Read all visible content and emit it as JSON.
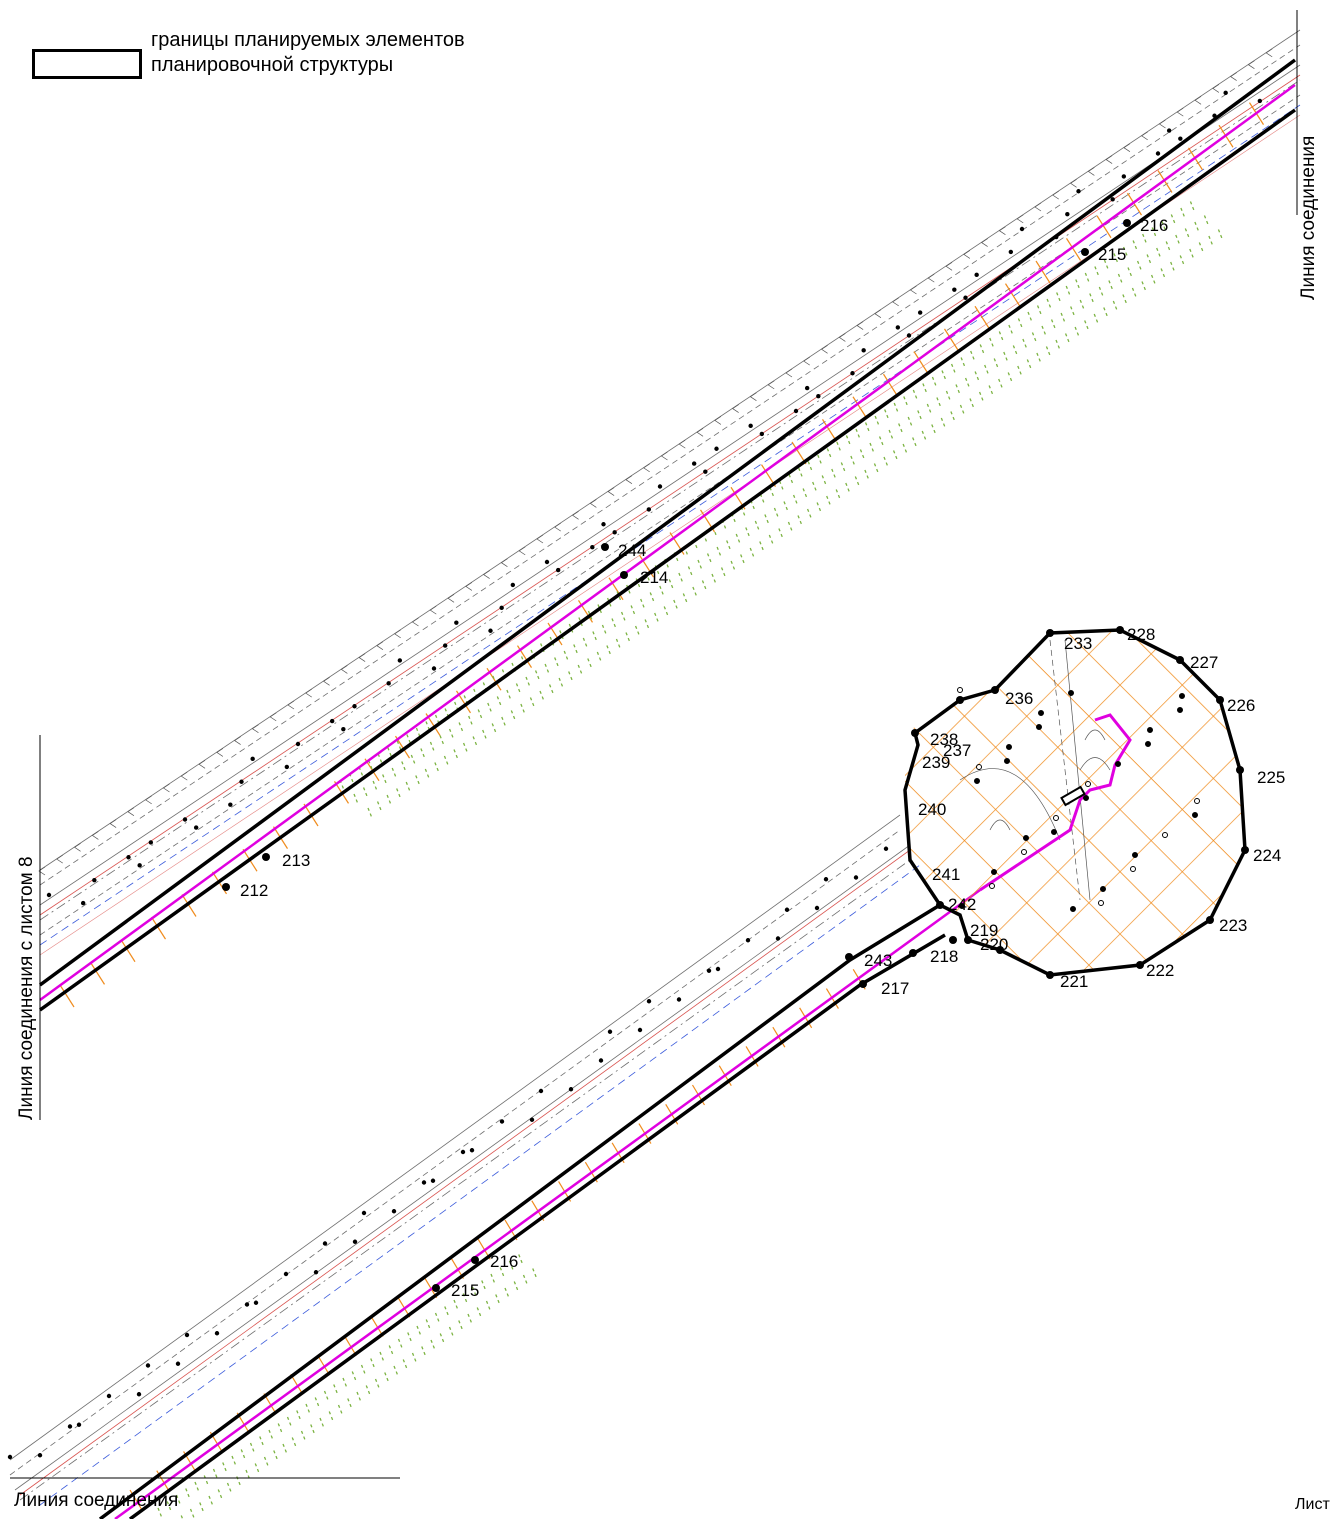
{
  "legend": {
    "item_label": "границы планируемых элементов планировочной структуры"
  },
  "connection_labels": {
    "right_top": "Линия соединения",
    "left_sheet": "Линия соединения с листом 8",
    "bottom": "Линия соединения",
    "sheet_corner": "Лист"
  },
  "colors": {
    "boundary": "#000000",
    "magenta_line": "#e000e0",
    "orange_hatch": "#f08c1e",
    "green_veg": "#7cb342",
    "red_line": "#d9534f",
    "blue_line": "#3b5bdb",
    "grey_line": "#666666"
  },
  "point_labels": {
    "p212": "212",
    "p213": "213",
    "p214": "214",
    "p215": "215",
    "p216": "216",
    "p244": "244",
    "p215b": "215",
    "p216b": "216",
    "p217": "217",
    "p218": "218",
    "p219": "219",
    "p220": "220",
    "p221": "221",
    "p222": "222",
    "p223": "223",
    "p224": "224",
    "p225": "225",
    "p226": "226",
    "p227": "227",
    "p228": "228",
    "p233": "233",
    "p236": "236",
    "p237": "237",
    "p238": "238",
    "p239": "239",
    "p240": "240",
    "p241": "241",
    "p242": "242",
    "p243": "243"
  }
}
